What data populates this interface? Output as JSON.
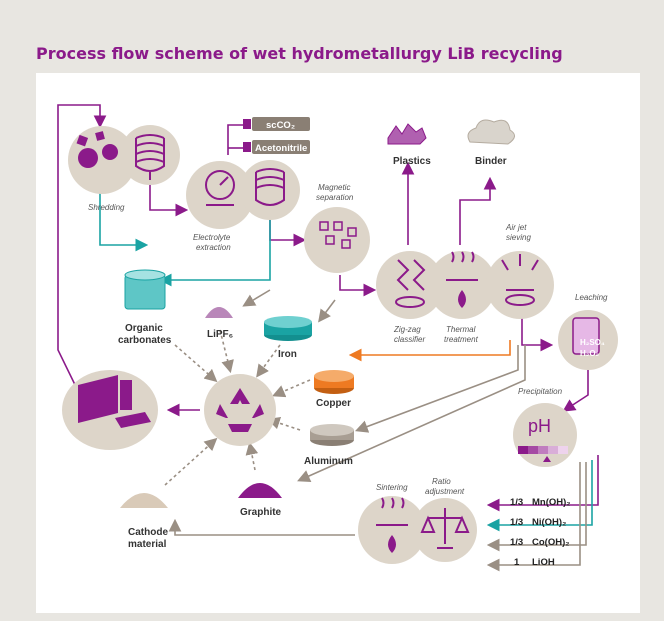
{
  "title": "Process flow scheme of wet hydrometallurgy LiB recycling",
  "steps": {
    "shredding": "Shredding",
    "electrolyte_extraction": "Electrolyte\nextraction",
    "magnetic_separation": "Magnetic\nseparation",
    "zigzag": "Zig-zag\nclassifier",
    "thermal": "Thermal\ntreatment",
    "airjet": "Air jet\nsieving",
    "leaching": "Leaching",
    "precipitation": "Precipitation",
    "sintering": "Sintering",
    "ratio": "Ratio\nadjustment"
  },
  "solvents": {
    "sco2": "scCO₂",
    "acetonitrile": "Acetonitrile"
  },
  "products": {
    "plastics": "Plastics",
    "binder": "Binder",
    "organic_carbonates": "Organic\ncarbonates",
    "lipf6": "LiPF₆",
    "iron": "Iron",
    "copper": "Copper",
    "aluminum": "Aluminum",
    "graphite": "Graphite",
    "cathode": "Cathode\nmaterial"
  },
  "leach_reagents": "H₂SO₄\nH₂O₂",
  "ph_label": "pH",
  "precipitates": [
    {
      "ratio": "1/3",
      "compound": "Mn(OH)₂",
      "color": "#8b1a8a"
    },
    {
      "ratio": "1/3",
      "compound": "Ni(OH)₂",
      "color": "#1aa3a3"
    },
    {
      "ratio": "1/3",
      "compound": "Co(OH)₂",
      "color": "#8a7f74"
    },
    {
      "ratio": "1",
      "compound": "LiOH",
      "color": "#8a7f74"
    }
  ],
  "colors": {
    "accent": "#8b1a8a",
    "teal": "#1aa3a3",
    "orange": "#ee7a22",
    "grey_arrow": "#9a8f84",
    "circle": "#ddd5c9"
  }
}
